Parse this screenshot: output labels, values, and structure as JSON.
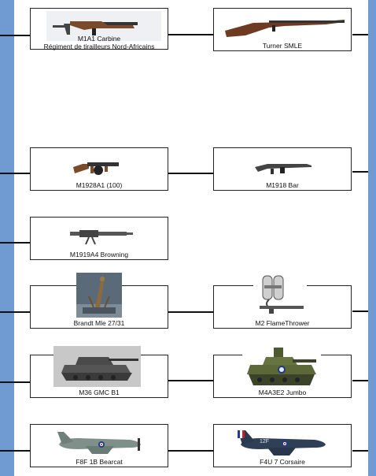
{
  "colors": {
    "side_bar": "#6f9bd2",
    "connector": "#111111",
    "card_border": "#222222"
  },
  "cards": [
    {
      "id": "m1a1",
      "label": "M1A1 Carbine",
      "sublabel": "Régiment de tirailleurs Nord-Africains",
      "icon": "carbine-icon"
    },
    {
      "id": "smle",
      "label": "Turner SMLE",
      "icon": "rifle-icon"
    },
    {
      "id": "thompson",
      "label": "M1928A1 (100)",
      "icon": "submachine-gun-icon"
    },
    {
      "id": "bar",
      "label": "M1918 Bar",
      "icon": "automatic-rifle-icon"
    },
    {
      "id": "browning",
      "label": "M1919A4 Browning",
      "icon": "machine-gun-icon"
    },
    {
      "id": "brandt",
      "label": "Brandt Mle 27/31",
      "icon": "mortar-icon"
    },
    {
      "id": "flamethrower",
      "label": "M2 FlameThrower",
      "icon": "flamethrower-icon"
    },
    {
      "id": "m36",
      "label": "M36 GMC B1",
      "icon": "tank-destroyer-icon"
    },
    {
      "id": "jumbo",
      "label": "M4A3E2 Jumbo",
      "icon": "tank-icon"
    },
    {
      "id": "bearcat",
      "label": "F8F 1B Bearcat",
      "icon": "fighter-plane-icon"
    },
    {
      "id": "corsaire",
      "label": "F4U 7 Corsaire",
      "icon": "fighter-plane-icon"
    }
  ],
  "aircraft_marking": "12F"
}
